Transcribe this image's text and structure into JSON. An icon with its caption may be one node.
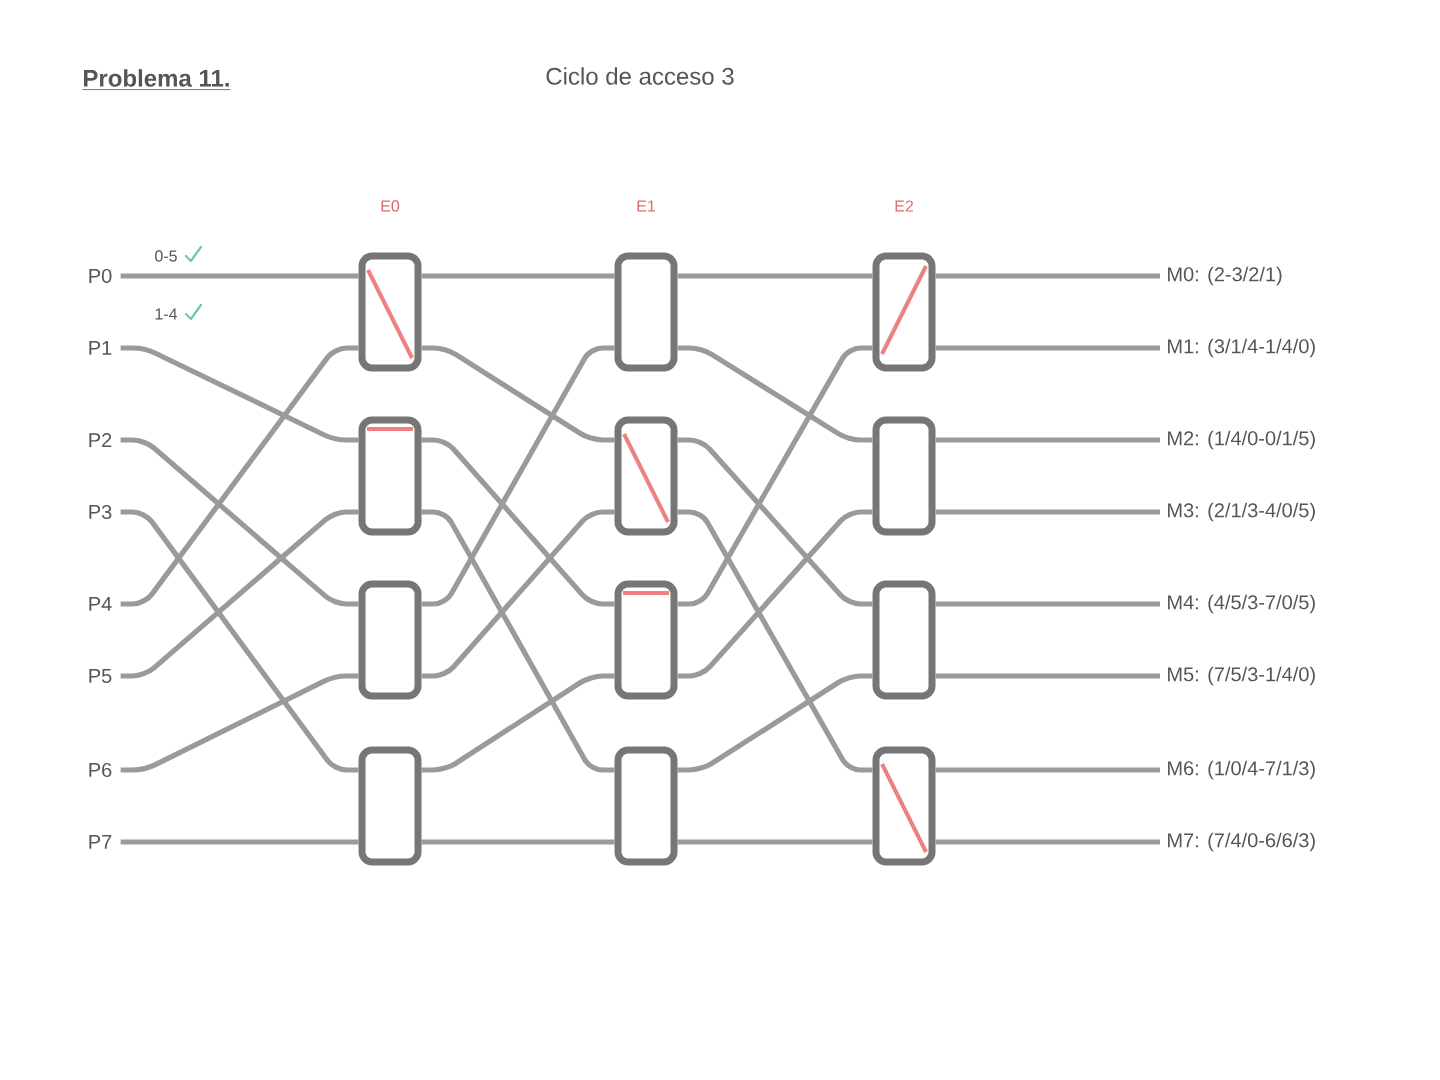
{
  "diagram": {
    "title": "Problema 11.",
    "nodes": [
      {
        "text": [
          "P0"
        ]
      },
      {
        "text": [
          "P1"
        ]
      },
      {
        "text": [
          "P2"
        ]
      },
      {
        "text": [
          "P3"
        ]
      },
      {
        "text": [
          "P4"
        ]
      },
      {
        "text": [
          "P5"
        ]
      },
      {
        "text": [
          "P6"
        ]
      },
      {
        "text": [
          "P7"
        ]
      },
      {
        "text": [],
        "shape": "box"
      },
      {
        "text": [],
        "shape": "box"
      },
      {
        "text": [],
        "shape": "box"
      },
      {
        "text": [],
        "shape": "box"
      },
      {
        "text": [],
        "shape": "box"
      },
      {
        "text": [],
        "shape": "box"
      },
      {
        "text": [],
        "shape": "box"
      },
      {
        "text": [],
        "shape": "box"
      },
      {
        "text": [],
        "shape": "box"
      },
      {
        "text": [],
        "shape": "box"
      },
      {
        "text": [],
        "shape": "box"
      },
      {
        "text": [],
        "shape": "box"
      },
      {
        "text": [
          "M0: (2-3/2/1)"
        ]
      },
      {
        "text": [
          "M1: (3/1/4-1/4/0)"
        ]
      },
      {
        "text": [
          "M2: (1/4/0-0/1/5)"
        ]
      },
      {
        "text": [
          "M3: (2/1/3-4/0/5)"
        ]
      },
      {
        "text": [
          "M4: (4/5/3-7/0/5)"
        ]
      },
      {
        "text": [
          "M5: (7/5/3-1/4/0)"
        ]
      },
      {
        "text": [
          "M6: (1/0/4-7/1/3)"
        ]
      },
      {
        "text": [
          "M7: (7/4/0-6/6/3)"
        ]
      }
    ],
    "edges": [
      {
        "from": 0,
        "to": 8,
        "arrow": "none"
      },
      {
        "from": 1,
        "to": 9,
        "arrow": "none"
      },
      {
        "from": 2,
        "to": 10,
        "arrow": "none"
      },
      {
        "from": 3,
        "to": 11,
        "arrow": "none"
      },
      {
        "from": 4,
        "to": 8,
        "arrow": "none"
      },
      {
        "from": 5,
        "to": 9,
        "arrow": "none"
      },
      {
        "from": 6,
        "to": 10,
        "arrow": "none"
      },
      {
        "from": 7,
        "to": 11,
        "arrow": "none"
      },
      {
        "from": 8,
        "to": 12,
        "arrow": "none"
      },
      {
        "from": 8,
        "to": 13,
        "arrow": "none"
      },
      {
        "from": 9,
        "to": 14,
        "arrow": "none"
      },
      {
        "from": 9,
        "to": 15,
        "arrow": "none"
      },
      {
        "from": 10,
        "to": 12,
        "arrow": "none"
      },
      {
        "from": 10,
        "to": 13,
        "arrow": "none"
      },
      {
        "from": 11,
        "to": 14,
        "arrow": "none"
      },
      {
        "from": 11,
        "to": 15,
        "arrow": "none"
      },
      {
        "from": 12,
        "to": 16,
        "arrow": "none"
      },
      {
        "from": 12,
        "to": 17,
        "arrow": "none"
      },
      {
        "from": 13,
        "to": 18,
        "arrow": "none"
      },
      {
        "from": 13,
        "to": 19,
        "arrow": "none"
      },
      {
        "from": 14,
        "to": 16,
        "arrow": "none"
      },
      {
        "from": 14,
        "to": 17,
        "arrow": "none"
      },
      {
        "from": 15,
        "to": 18,
        "arrow": "none"
      },
      {
        "from": 15,
        "to": 19,
        "arrow": "none"
      },
      {
        "from": 16,
        "to": 20,
        "arrow": "none"
      },
      {
        "from": 16,
        "to": 21,
        "arrow": "none"
      },
      {
        "from": 17,
        "to": 22,
        "arrow": "none"
      },
      {
        "from": 17,
        "to": 23,
        "arrow": "none"
      },
      {
        "from": 18,
        "to": 24,
        "arrow": "none"
      },
      {
        "from": 18,
        "to": 25,
        "arrow": "none"
      },
      {
        "from": 19,
        "to": 26,
        "arrow": "none"
      },
      {
        "from": 19,
        "to": 27,
        "arrow": "none"
      }
    ],
    "labels": [
      "Ciclo de acceso 3",
      "E0",
      "E1",
      "E2",
      "0-5",
      "1-4"
    ]
  }
}
